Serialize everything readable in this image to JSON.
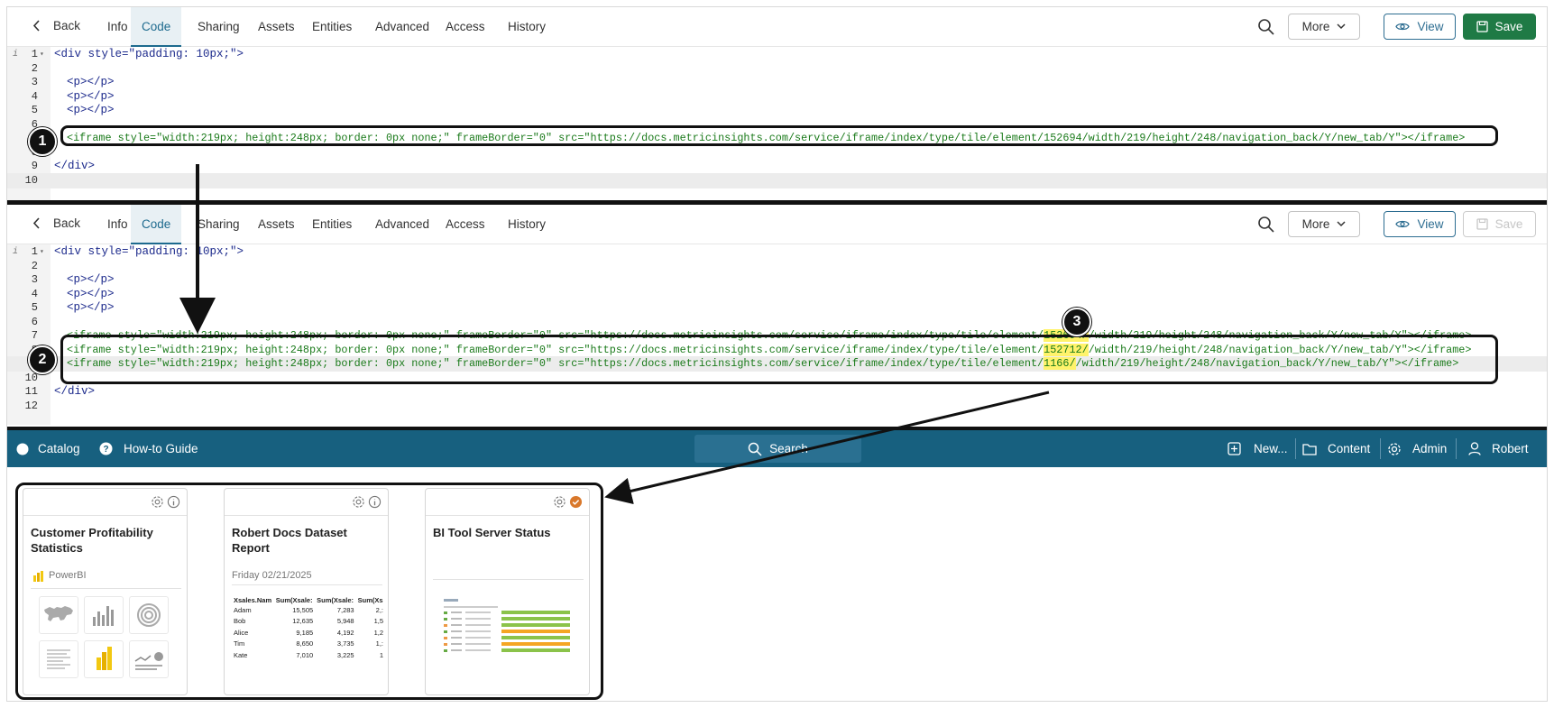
{
  "editor": {
    "tabs": [
      "Info",
      "Code",
      "Sharing",
      "Assets",
      "Entities",
      "Advanced",
      "Access",
      "History"
    ],
    "back_label": "Back",
    "more_label": "More",
    "view_label": "View",
    "save_label": "Save",
    "active_tab": "Code"
  },
  "panel1": {
    "line_numbers": [
      "1",
      "2",
      "3",
      "4",
      "5",
      "6",
      "7",
      "8",
      "9",
      "10"
    ],
    "line1": "<div style=\"padding: 10px;\">",
    "p": "<p></p>",
    "iframe": "<iframe style=\"width:219px; height:248px; border: 0px none;\" frameBorder=\"0\" src=\"https://docs.metricinsights.com/service/iframe/index/type/tile/element/152694/width/219/height/248/navigation_back/Y/new_tab/Y\"></iframe>",
    "close_div": "</div>"
  },
  "panel2": {
    "line_numbers": [
      "1",
      "2",
      "3",
      "4",
      "5",
      "6",
      "7",
      "8",
      "9",
      "10",
      "11",
      "12"
    ],
    "iframe_prefix": "<iframe style=\"width:219px; height:248px; border: 0px none;\" frameBorder=\"0\" src=\"https://docs.metricinsights.com/service/iframe/index/type/tile/element/",
    "iframe_suffix": "/width/219/height/248/navigation_back/Y/new_tab/Y\"></iframe>",
    "ids": [
      "152694/",
      "152712/",
      "1166/"
    ]
  },
  "annotations": [
    "1",
    "2",
    "3"
  ],
  "nav": {
    "catalog": "Catalog",
    "howto": "How-to Guide",
    "search": "Search",
    "new": "New...",
    "content": "Content",
    "admin": "Admin",
    "user": "Robert"
  },
  "tiles": [
    {
      "title": "Customer Profitability Statistics",
      "sub": "PowerBI"
    },
    {
      "title": "Robert Docs Dataset Report",
      "sub": "Friday 02/21/2025",
      "headers": [
        "Xsales.Nam",
        "Sum(Xsale:",
        "Sum(Xsale:",
        "Sum(Xs"
      ],
      "rows": [
        [
          "Adam",
          "15,505",
          "7,283",
          "2,:"
        ],
        [
          "Bob",
          "12,635",
          "5,948",
          "1,5"
        ],
        [
          "Alice",
          "9,185",
          "4,192",
          "1,2"
        ],
        [
          "Tim",
          "8,650",
          "3,735",
          "1,:"
        ],
        [
          "Kate",
          "7,010",
          "3,225",
          "1"
        ]
      ]
    },
    {
      "title": "BI Tool Server Status"
    }
  ],
  "colors": {
    "brand_nav": "#17607f",
    "save_green": "#1f7a45",
    "view_blue": "#2d6d91",
    "highlight": "#fff36b"
  }
}
